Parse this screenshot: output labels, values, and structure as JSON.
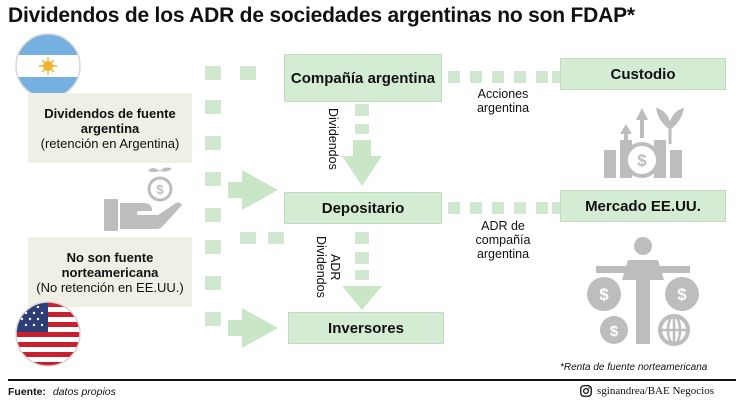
{
  "title": "Dividendos de los ADR de sociedades argentinas no son FDAP*",
  "boxes": {
    "compania": "Compañía argentina",
    "custodio": "Custodio",
    "depositario": "Depositario",
    "mercado": "Mercado EE.UU.",
    "inversores": "Inversores"
  },
  "info_top": {
    "bold": "Dividendos de fuente argentina",
    "normal": "(retención en Argentina)"
  },
  "info_bottom": {
    "bold": "No son fuente norteamericana",
    "normal": "(No retención en EE.UU.)"
  },
  "labels": {
    "acciones": "Acciones argentina",
    "adr": "ADR de compañía argentina",
    "dividendos": "Dividendos",
    "adr_dividendos": "ADR Dividendos"
  },
  "note": "*Renta de fuente norteamericana",
  "footer": {
    "source_label": "Fuente:",
    "source_value": "datos propios",
    "credit": "sginandrea/BAE Negocios"
  },
  "colors": {
    "box_fill": "#d4ecd3",
    "dash": "#cfe8cf",
    "arrow": "#c9e7c6",
    "info_fill": "#f0efe5",
    "icon_gray": "#bdbdbd"
  },
  "icons": [
    "argentina-flag-icon",
    "usa-flag-icon",
    "hand-money-icon",
    "growth-chart-icon",
    "balance-scale-icon",
    "instagram-icon"
  ]
}
